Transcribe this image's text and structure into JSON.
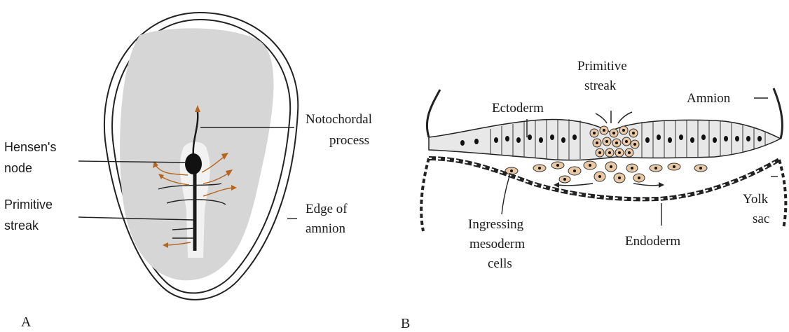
{
  "panel_a": {
    "letter": "A",
    "labels": {
      "hensens_node_line1": "Hensen's",
      "hensens_node_line2": "node",
      "primitive_streak_line1": "Primitive",
      "primitive_streak_line2": "streak",
      "notochordal_line1": "Notochordal",
      "notochordal_line2": "process",
      "edge_amnion_line1": "Edge of",
      "edge_amnion_line2": "amnion"
    }
  },
  "panel_b": {
    "letter": "B",
    "labels": {
      "primitive_streak_line1": "Primitive",
      "primitive_streak_line2": "streak",
      "ectoderm": "Ectoderm",
      "amnion": "Amnion",
      "yolk_sac_line1": "Yolk",
      "yolk_sac_line2": "sac",
      "ingressing_line1": "Ingressing",
      "ingressing_line2": "mesoderm",
      "ingressing_line3": "cells",
      "endoderm": "Endoderm"
    }
  },
  "colors": {
    "embryo_gray": "#d6d6d6",
    "cell_fill": "#e8e8e8",
    "mesoderm_fill": "#e9c8a6",
    "arrow_orange": "#b5651d",
    "ink": "#1a1a1a"
  }
}
